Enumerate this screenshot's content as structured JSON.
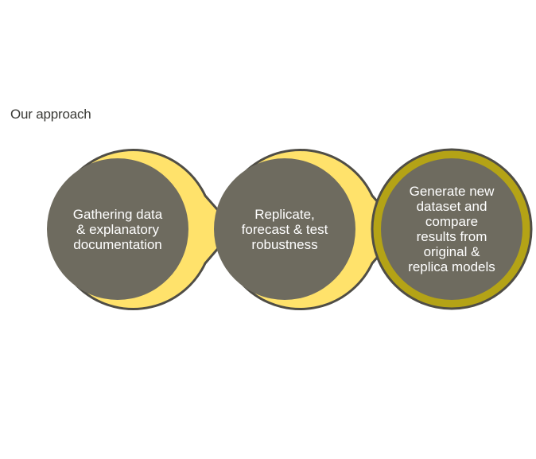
{
  "heading": "Our approach",
  "colors": {
    "circle_fill": "#6e6b5f",
    "ring_yellow": "#ffe26b",
    "ring_gold": "#b4a316",
    "outline": "#4f4d46",
    "text": "#ffffff"
  },
  "steps": [
    {
      "lines": [
        "Gathering data",
        "& explanatory",
        "documentation"
      ]
    },
    {
      "lines": [
        "Replicate,",
        "forecast & test",
        "robustness"
      ]
    },
    {
      "lines": [
        "Generate new",
        "dataset and",
        "compare",
        "results from",
        "original &",
        "replica models"
      ]
    }
  ]
}
